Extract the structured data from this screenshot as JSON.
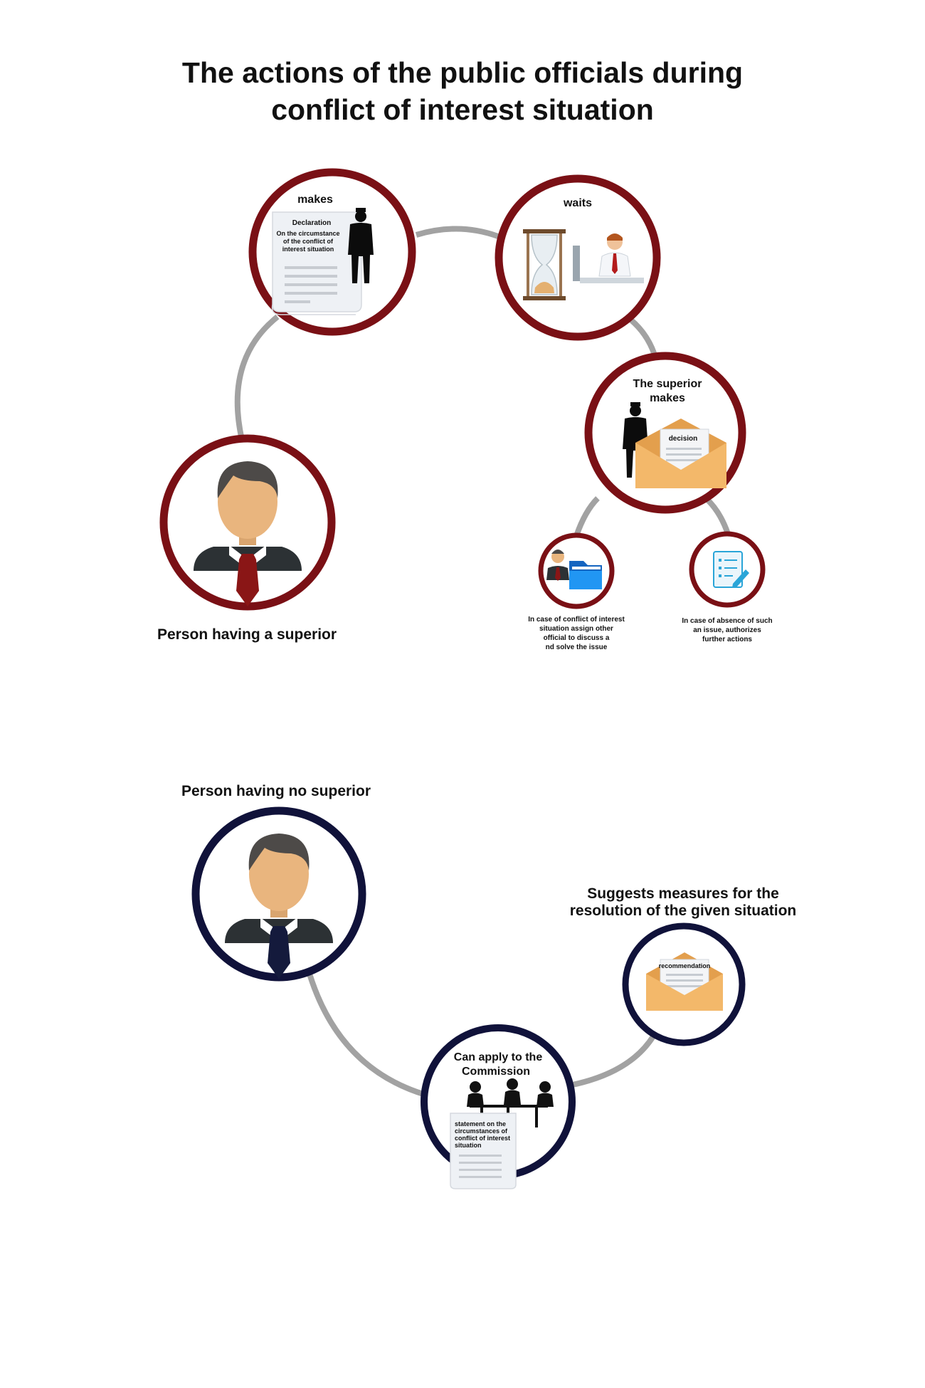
{
  "title": {
    "line1": "The actions of the public officials during",
    "line2": "conflict of interest situation"
  },
  "colors": {
    "ring_top": "#7a1015",
    "ring_bottom": "#10123a",
    "connector": "#a2a2a2",
    "skin": "#e9b57e",
    "hair": "#4d4a48",
    "suit": "#2c3134",
    "tie_top": "#8a1616",
    "tie_bottom": "#141a3c",
    "envelope": "#f2b566",
    "folder": "#1976d2"
  },
  "top_section": {
    "makes": {
      "label": "makes",
      "doc_title": "Declaration",
      "doc_line1": "On the circumstance",
      "doc_line2": "of the conflict of",
      "doc_line3": "interest situation",
      "icon": "declaration-document-icon"
    },
    "waits": {
      "label": "waits",
      "icon": "hourglass-icon"
    },
    "superior": {
      "line1": "The superior",
      "line2": "makes",
      "decision": "decision",
      "icon": "envelope-icon"
    },
    "option_assign": {
      "line1": "In case of conflict of interest",
      "line2": "situation assign other",
      "line3": "official to discuss a",
      "line4": "nd solve the issue",
      "icon": "folder-icon"
    },
    "option_authorize": {
      "line1": "In case of absence of such",
      "line2": "an issue, authorizes",
      "line3": "further actions",
      "icon": "checklist-icon"
    },
    "person_label": "Person having a superior"
  },
  "bottom_section": {
    "person_label": "Person having no superior",
    "suggests": {
      "line1": "Suggests measures for the",
      "line2": "resolution of the given situation",
      "recommendation": "recommendation",
      "icon": "envelope-icon"
    },
    "commission": {
      "line1": "Can apply to the",
      "line2": "Commission",
      "doc_line1": "statement on the",
      "doc_line2": "circumstances of",
      "doc_line3": "conflict of interest",
      "doc_line4": "situation",
      "icon": "meeting-icon"
    }
  }
}
